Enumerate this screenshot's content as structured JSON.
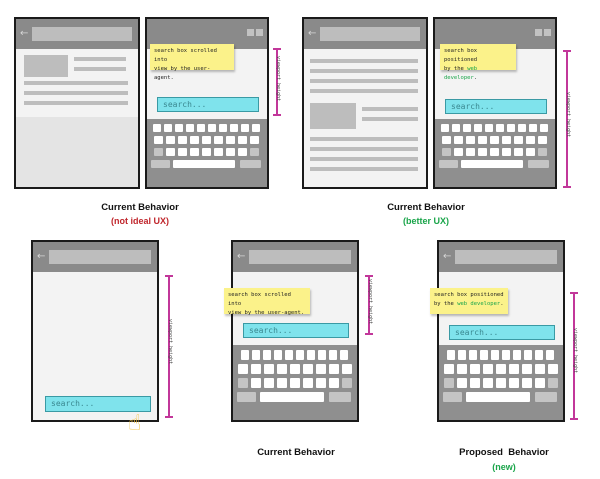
{
  "colors": {
    "accent_viewport": "#c2379a",
    "search_fill": "#7fe3ec",
    "note_fill": "#fbf28a",
    "warn": "#c0262c",
    "good": "#1aa54a"
  },
  "search_placeholder": "search...",
  "viewport_label": "viewport height",
  "notes": {
    "scrolled_a": "search box scrolled into",
    "scrolled_b": "view by the user-agent.",
    "positioned_a": "search box positioned",
    "positioned_b_prefix": "by the ",
    "positioned_b_highlight": "web developer",
    "positioned_b_suffix": "."
  },
  "captions": {
    "top_left": {
      "title": "Current Behavior",
      "sub": "(not ideal UX)"
    },
    "top_right": {
      "title": "Current Behavior",
      "sub": "(better UX)"
    },
    "bottom_mid": {
      "title": "Current Behavior"
    },
    "bottom_right": {
      "title": "Proposed  Behavior",
      "sub": "(new)"
    }
  },
  "icons": {
    "back": "back-arrow-icon",
    "pointer": "pointing-hand-icon"
  }
}
